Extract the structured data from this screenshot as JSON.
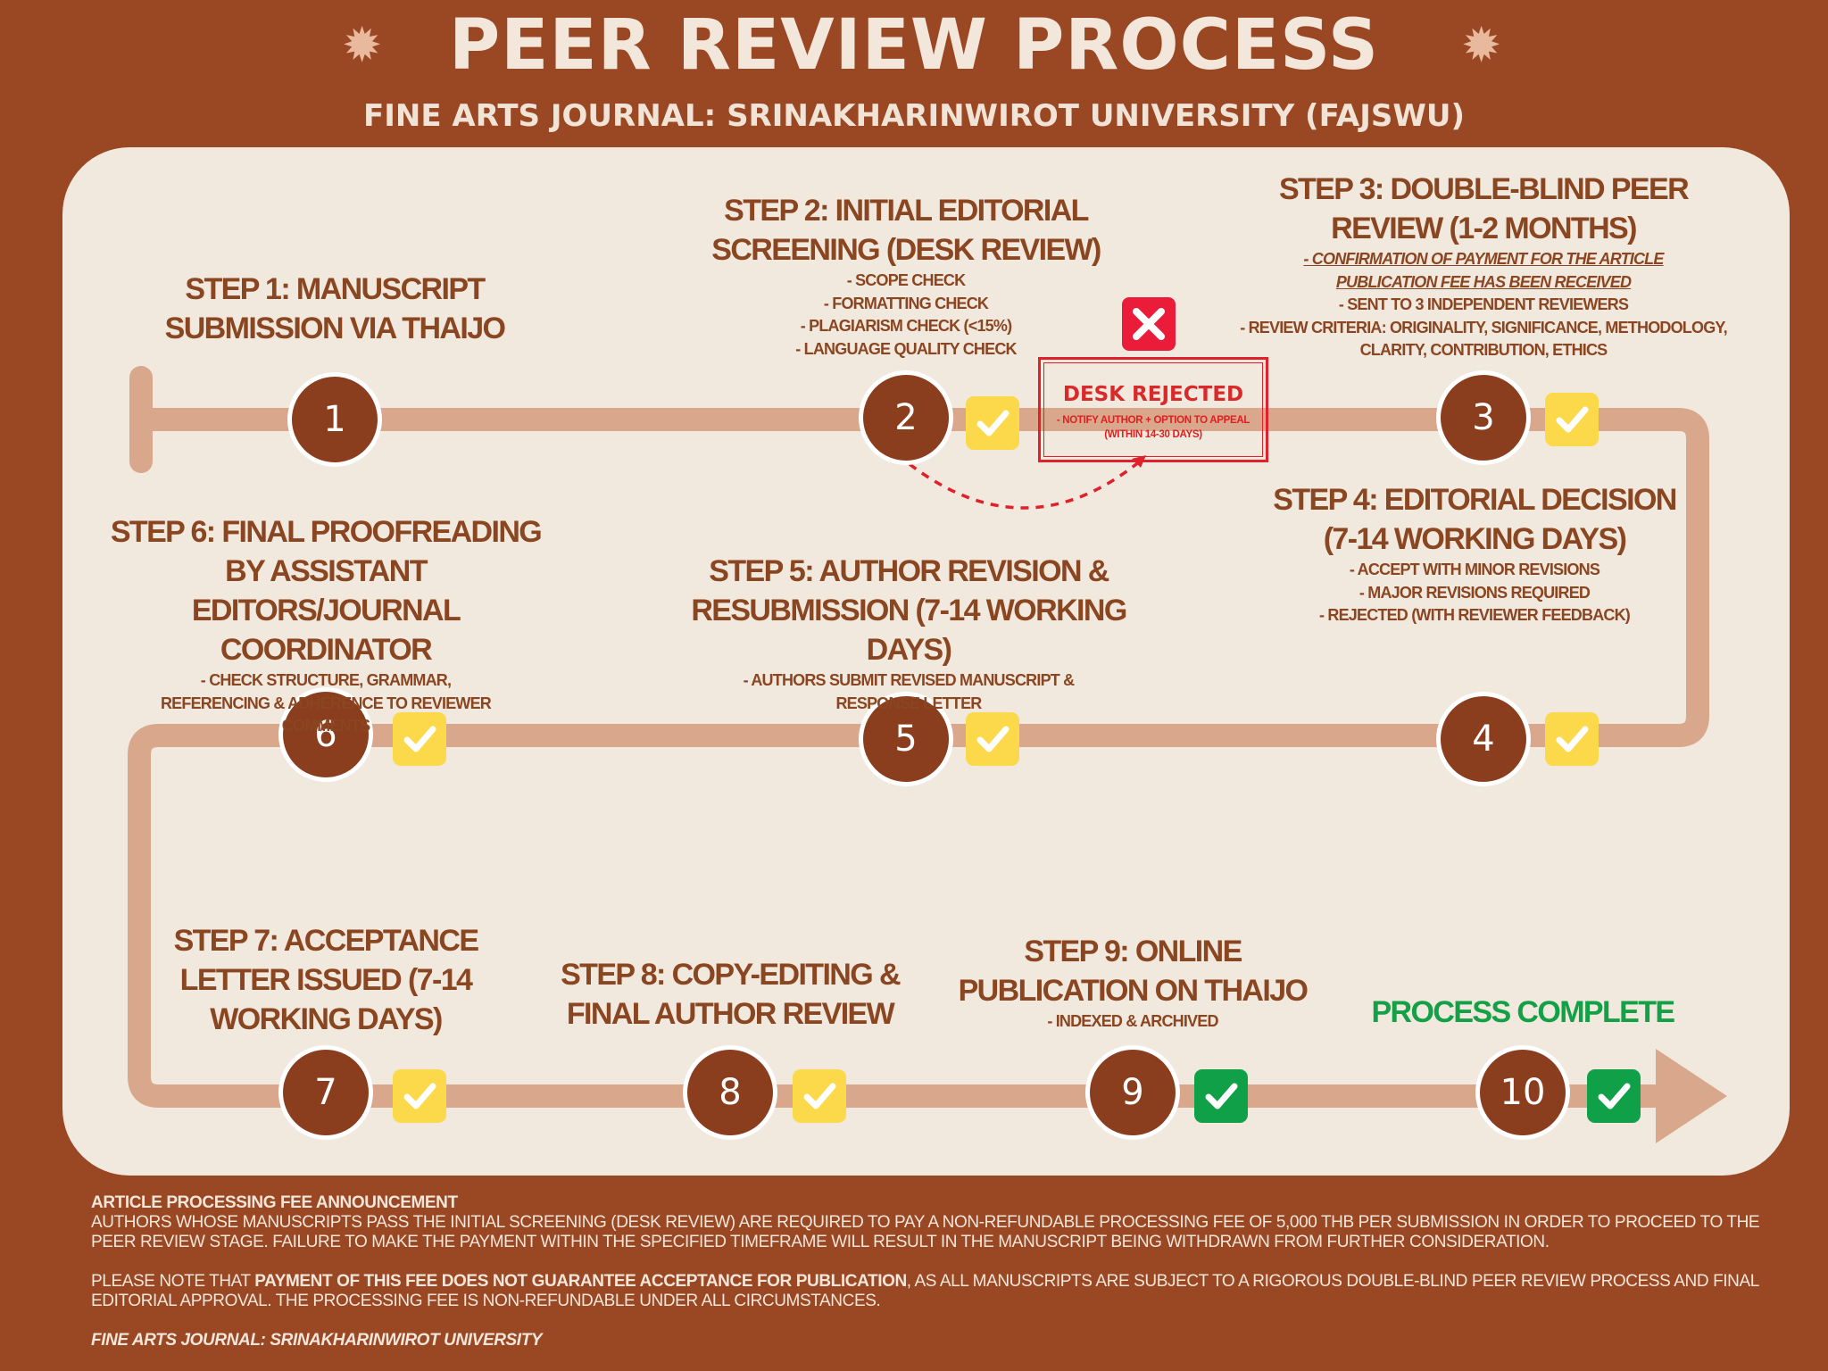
{
  "header": {
    "title": "PEER REVIEW PROCESS",
    "subtitle": "FINE ARTS JOURNAL: SRINAKHARINWIROT UNIVERSITY (FAJSWU)"
  },
  "colors": {
    "background": "#9a4723",
    "panel": "#f1e8de",
    "path": "#d9a78c",
    "node": "#8b3e1e",
    "check_yellow": "#fbd94a",
    "check_green": "#10a048",
    "reject_red": "#e0202a",
    "complete_green": "#13a046",
    "text_brown": "#8a4521"
  },
  "steps": [
    {
      "num": "1",
      "title": "STEP 1: MANUSCRIPT SUBMISSION VIA THAIJO",
      "bullets": [],
      "check": "none"
    },
    {
      "num": "2",
      "title": "STEP 2: INITIAL EDITORIAL SCREENING (DESK REVIEW)",
      "bullets": [
        "- SCOPE CHECK",
        "- FORMATTING CHECK",
        "- PLAGIARISM CHECK (<15%)",
        "- LANGUAGE QUALITY CHECK"
      ],
      "check": "yellow"
    },
    {
      "num": "3",
      "title": "STEP 3: DOUBLE-BLIND PEER REVIEW (1-2 MONTHS)",
      "note": "CONFIRMATION OF PAYMENT FOR THE ARTICLE PUBLICATION FEE HAS BEEN RECEIVED",
      "bullets": [
        "- SENT TO 3 INDEPENDENT REVIEWERS",
        "- REVIEW CRITERIA: ORIGINALITY, SIGNIFICANCE, METHODOLOGY, CLARITY, CONTRIBUTION, ETHICS"
      ],
      "check": "yellow"
    },
    {
      "num": "4",
      "title": "STEP 4: EDITORIAL DECISION (7-14 WORKING DAYS)",
      "bullets": [
        "- ACCEPT WITH MINOR REVISIONS",
        "- MAJOR REVISIONS REQUIRED",
        "- REJECTED (WITH REVIEWER FEEDBACK)"
      ],
      "check": "yellow"
    },
    {
      "num": "5",
      "title": "STEP 5: AUTHOR REVISION & RESUBMISSION (7-14 WORKING DAYS)",
      "bullets": [
        "- AUTHORS SUBMIT REVISED MANUSCRIPT & RESPONSE LETTER"
      ],
      "check": "yellow"
    },
    {
      "num": "6",
      "title": "STEP 6: FINAL PROOFREADING BY ASSISTANT EDITORS/JOURNAL COORDINATOR",
      "bullets": [
        "- CHECK STRUCTURE, GRAMMAR, REFERENCING & ADHERENCE TO REVIEWER COMMENTS"
      ],
      "check": "yellow"
    },
    {
      "num": "7",
      "title": "STEP 7: ACCEPTANCE LETTER ISSUED (7-14 WORKING DAYS)",
      "bullets": [],
      "check": "yellow"
    },
    {
      "num": "8",
      "title": "STEP 8: COPY-EDITING & FINAL AUTHOR REVIEW",
      "bullets": [],
      "check": "yellow"
    },
    {
      "num": "9",
      "title": "STEP 9: ONLINE PUBLICATION ON THAIJO",
      "bullets": [
        "- INDEXED & ARCHIVED"
      ],
      "check": "green"
    },
    {
      "num": "10",
      "title": "PROCESS COMPLETE",
      "bullets": [],
      "check": "green"
    }
  ],
  "desk_reject": {
    "title": "DESK REJECTED",
    "note": "- NOTIFY AUTHOR + OPTION TO APPEAL (WITHIN 14-30 DAYS)"
  },
  "footer": {
    "heading": "ARTICLE PROCESSING FEE ANNOUNCEMENT",
    "para1": "AUTHORS WHOSE MANUSCRIPTS PASS THE INITIAL SCREENING (DESK REVIEW) ARE REQUIRED TO PAY A NON-REFUNDABLE PROCESSING FEE OF 5,000 THB PER SUBMISSION IN ORDER TO PROCEED TO THE PEER REVIEW STAGE. FAILURE TO MAKE THE PAYMENT WITHIN THE SPECIFIED TIMEFRAME WILL RESULT IN THE MANUSCRIPT BEING WITHDRAWN FROM FURTHER CONSIDERATION.",
    "para2_a": "PLEASE NOTE THAT ",
    "para2_bold": "PAYMENT OF THIS FEE DOES NOT GUARANTEE ACCEPTANCE FOR PUBLICATION",
    "para2_b": ", AS ALL MANUSCRIPTS ARE SUBJECT TO A RIGOROUS DOUBLE-BLIND PEER REVIEW PROCESS AND FINAL EDITORIAL APPROVAL. THE PROCESSING FEE IS NON-REFUNDABLE UNDER ALL CIRCUMSTANCES.",
    "signature": "FINE ARTS JOURNAL: SRINAKHARINWIROT UNIVERSITY"
  }
}
